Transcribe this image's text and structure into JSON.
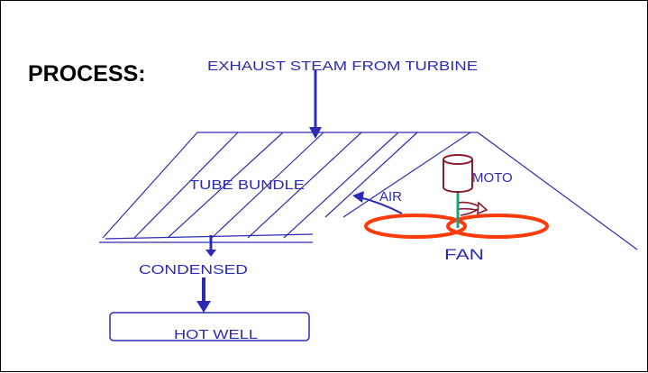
{
  "diagram": {
    "heading": "PROCESS:",
    "labels": {
      "exhaust_steam": "EXHAUST STEAM FROM TURBINE",
      "tube_bundle": "TUBE BUNDLE",
      "motor": "MOTO",
      "air": "AIR",
      "fan": "FAN",
      "condensed": "CONDENSED",
      "hot_well": "HOT WELL"
    },
    "colors": {
      "line": "#2b2bb3",
      "fan_blade": "#ff3b0a",
      "shaft": "#1aa37a",
      "motor": "#8b1a2a",
      "heading": "#000000"
    }
  }
}
